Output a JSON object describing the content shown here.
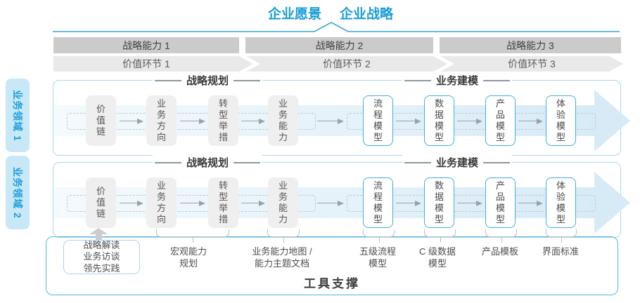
{
  "title": {
    "vision": "企业愿景",
    "strategy": "企业战略"
  },
  "strategic_capabilities": [
    "战略能力 1",
    "战略能力 2",
    "战略能力 3"
  ],
  "value_chains": [
    "价值环节 1",
    "价值环节 2",
    "价值环节 3"
  ],
  "business_domains": [
    "业务领域 1",
    "业务领域 2"
  ],
  "panel": {
    "planning_title": "战略规划",
    "modeling_title": "业务建模",
    "planning_steps": [
      "价值链",
      "业务方向",
      "转型举措",
      "业务能力"
    ],
    "modeling_steps": [
      "流程模型",
      "数据模型",
      "产品模型",
      "体验模型"
    ]
  },
  "annotations": {
    "inputs_box": "战略解读\n业务访谈\n领先实践",
    "macro_capability": "宏观能力\n规划",
    "capability_map": "业务能力地图 /\n能力主题文档",
    "process_model": "五级流程\n模型",
    "data_model": "C 级数据\n模型",
    "product_template": "产品模板",
    "ui_standard": "界面标准"
  },
  "footer": {
    "tool_support": "工具支撑"
  },
  "colors": {
    "accent_blue": "#189CD8",
    "panel_border": "#A9D7ED",
    "tab_fill": "#C9E8F7",
    "bar_gray": "#CBCBCB",
    "chevron_gray": "#E9E9E9",
    "step_box_gray": "#EFEFEF",
    "model_box_border": "#45ADDF",
    "stream_band": "#D7EBF7",
    "tools_border": "#54B4E2"
  }
}
